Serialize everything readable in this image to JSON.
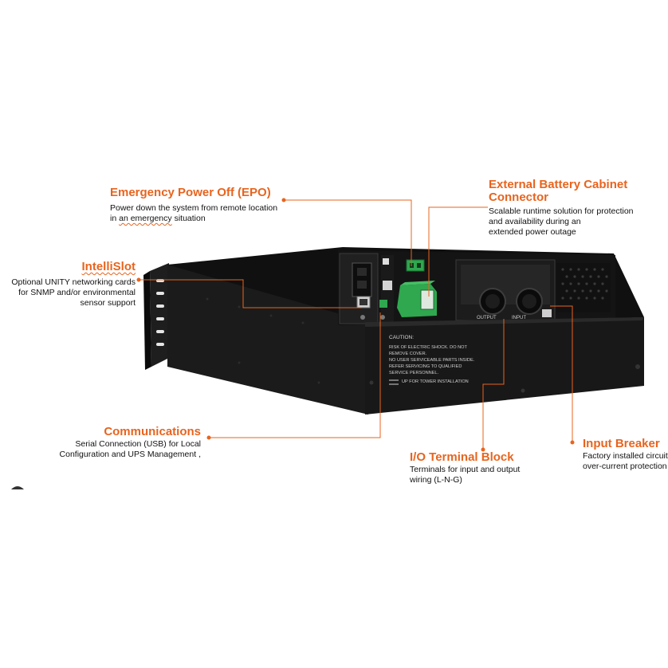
{
  "callouts": {
    "epo": {
      "title": "Emergency Power Off (EPO)",
      "line1": "Power down the system from remote location",
      "line2_pre": "in",
      "line2_sq": "an emergency",
      "line2_post": " situation"
    },
    "ebc": {
      "title_line1": "External Battery Cabinet",
      "title_line2": "Connector",
      "desc_line1": "Scalable runtime solution for protection",
      "desc_line2": "and availability during an",
      "desc_line3": "extended power outage"
    },
    "intellislot": {
      "title": "IntelliSlot",
      "desc_line1": "Optional UNITY networking cards",
      "desc_line2": "for SNMP and/or environmental",
      "desc_line3": "sensor support"
    },
    "communications": {
      "title": "Communications",
      "desc_line1": "Serial Connection (USB) for Local",
      "desc_line2": "Configuration and UPS Management ,"
    },
    "io_terminal": {
      "title": "I/O Terminal Block",
      "desc_line1": "Terminals for input and output",
      "desc_line2": "wiring (L-N-G)"
    },
    "input_breaker": {
      "title": "Input Breaker",
      "desc_line1": "Factory installed circuit",
      "desc_line2": "over-current protection"
    }
  },
  "device_labels": {
    "caution": "CAUTION:",
    "warning_lines": [
      "RISK OF ELECTRIC SHOCK. DO NOT",
      "REMOVE COVER.",
      "NO USER SERVICEABLE PARTS INSIDE.",
      "REFER SERVICING TO QUALIFIED",
      "SERVICE PERSONNEL."
    ],
    "tower": "UP FOR TOWER INSTALLATION",
    "output": "OUTPUT",
    "input": "INPUT"
  },
  "colors": {
    "accent": "#e8641e",
    "chassis": "#161616",
    "connector_green": "#2fa84f"
  }
}
